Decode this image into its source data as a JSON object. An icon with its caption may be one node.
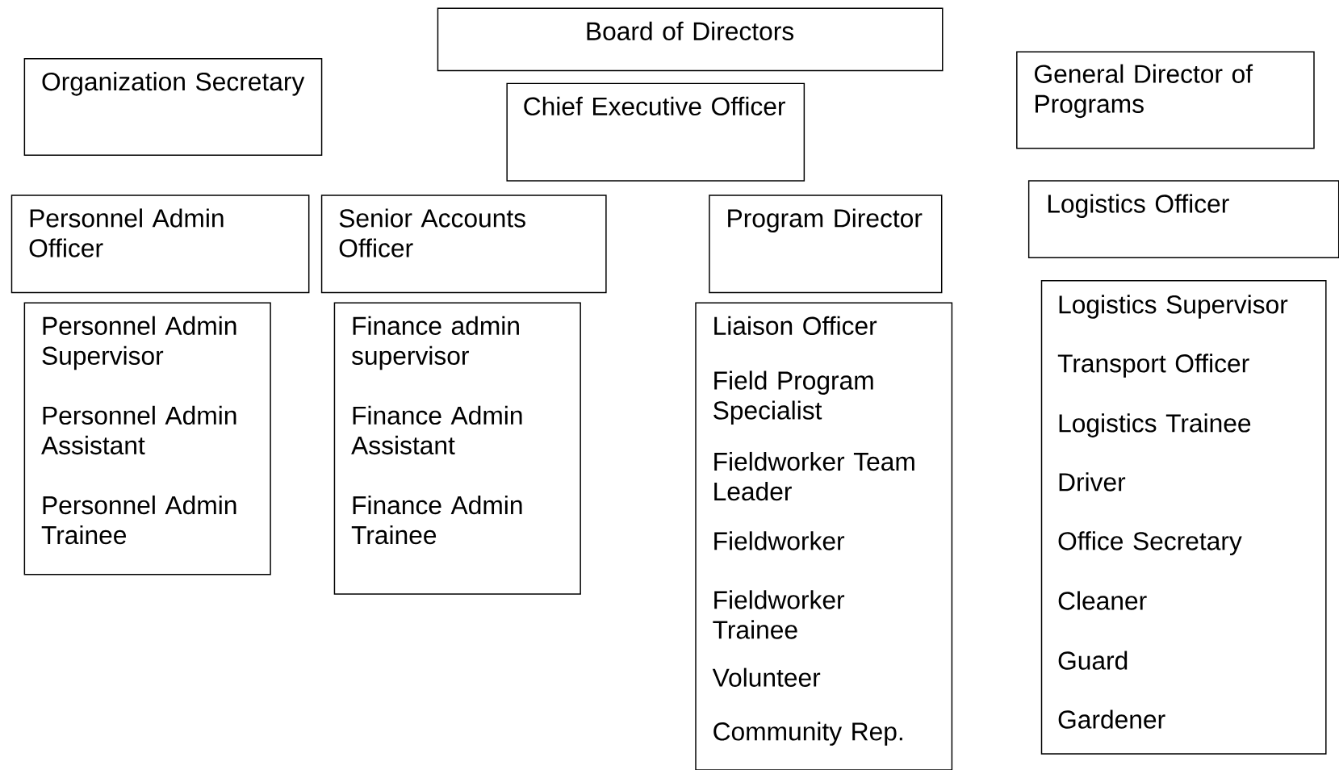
{
  "diagram": {
    "nodes": [
      {
        "text": [
          "Board of Directors"
        ]
      },
      {
        "text": [
          "Organization Secretary"
        ]
      },
      {
        "text": [
          "Chief Executive Officer"
        ]
      },
      {
        "text": [
          "General Director of Programs"
        ]
      },
      {
        "text": [
          "Personnel Admin Officer"
        ]
      },
      {
        "text": [
          "Senior Accounts Officer"
        ]
      },
      {
        "text": [
          "Program Director"
        ]
      },
      {
        "text": [
          "Logistics Officer"
        ]
      },
      {
        "text": [
          "Personnel Admin Supervisor",
          "Personnel Admin Assistant",
          "Personnel Admin Trainee"
        ]
      },
      {
        "text": [
          "Finance admin supervisor",
          "Finance Admin Assistant",
          "Finance Admin Trainee"
        ]
      },
      {
        "text": [
          "Liaison Officer",
          "Field Program Specialist",
          "Fieldworker Team Leader",
          "Fieldworker",
          "Fieldworker Trainee",
          "Volunteer",
          "Community Rep."
        ]
      },
      {
        "text": [
          "Logistics Supervisor",
          "Transport Officer",
          "Logistics Trainee",
          "Driver",
          "Office Secretary",
          "Cleaner",
          "Guard",
          "Gardener"
        ]
      }
    ]
  }
}
